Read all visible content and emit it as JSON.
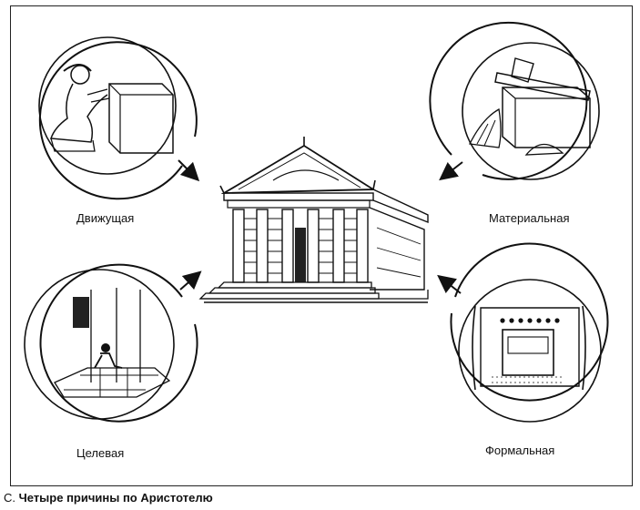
{
  "diagram": {
    "causes": {
      "efficient": "Движущая",
      "material": "Материальная",
      "final": "Целевая",
      "formal": "Формальная"
    },
    "caption_prefix": "С.",
    "caption_title": "Четыре причины по Аристотелю",
    "colors": {
      "ink": "#111111",
      "paper": "#ffffff"
    },
    "icons": [
      "sculptor-icon",
      "materials-icon",
      "temple-icon",
      "scroll-plan-icon",
      "thinker-ruins-icon"
    ]
  }
}
